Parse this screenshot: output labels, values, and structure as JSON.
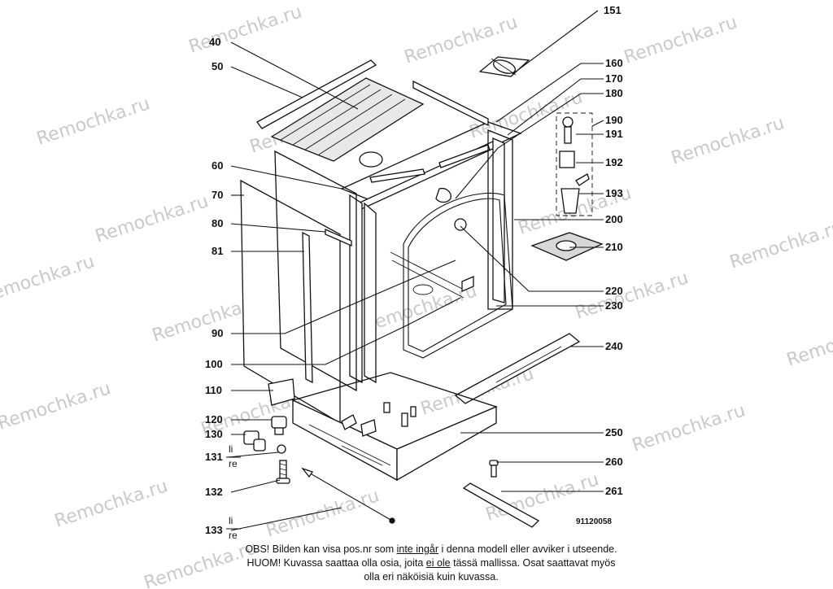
{
  "watermark": "Remochka.ru",
  "labels": {
    "l151": "151",
    "l40": "40",
    "l50": "50",
    "l160": "160",
    "l170": "170",
    "l180": "180",
    "l190": "190",
    "l191": "191",
    "l192": "192",
    "l193": "193",
    "l200": "200",
    "l210": "210",
    "l60": "60",
    "l70": "70",
    "l80": "80",
    "l81": "81",
    "l90": "90",
    "l100": "100",
    "l110": "110",
    "l120": "120",
    "l130": "130",
    "l131": "131",
    "l132": "132",
    "l133": "133",
    "l220": "220",
    "l230": "230",
    "l240": "240",
    "l250": "250",
    "l260": "260",
    "l261": "261"
  },
  "side_tags": {
    "left": "li",
    "right": "re"
  },
  "drawing_code": "91120058",
  "note": {
    "line1_a": "OBS! Bilden kan visa pos.nr som ",
    "line1_u": "inte ingår",
    "line1_b": " i denna modell eller avviker i utseende.",
    "line2_a": "HUOM! Kuvassa saattaa olla osia, joita ",
    "line2_u": "ei ole",
    "line2_b": " tässä mallissa. Osat saattavat myös",
    "line3": "olla eri näköisiä kuin kuvassa."
  }
}
